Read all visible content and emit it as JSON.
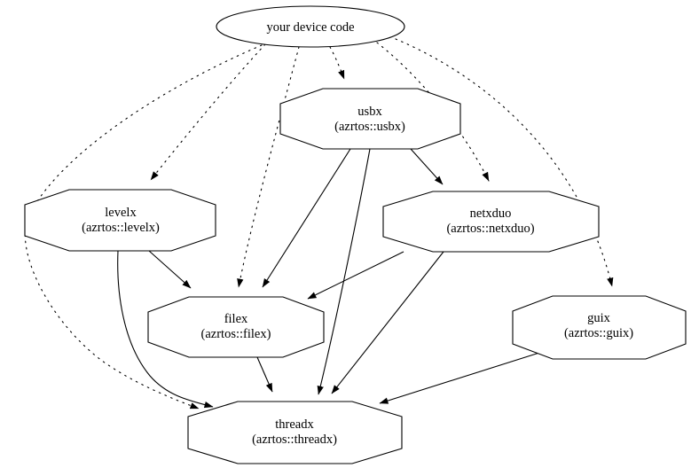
{
  "diagram": {
    "type": "dependency-graph",
    "background_color": "#ffffff",
    "stroke_color": "#000000",
    "nodes": {
      "device_code": {
        "label": "your device code",
        "shape": "ellipse"
      },
      "usbx": {
        "label": "usbx",
        "sublabel": "(azrtos::usbx)",
        "shape": "octagon"
      },
      "levelx": {
        "label": "levelx",
        "sublabel": "(azrtos::levelx)",
        "shape": "octagon"
      },
      "netxduo": {
        "label": "netxduo",
        "sublabel": "(azrtos::netxduo)",
        "shape": "octagon"
      },
      "filex": {
        "label": "filex",
        "sublabel": "(azrtos::filex)",
        "shape": "octagon"
      },
      "guix": {
        "label": "guix",
        "sublabel": "(azrtos::guix)",
        "shape": "octagon"
      },
      "threadx": {
        "label": "threadx",
        "sublabel": "(azrtos::threadx)",
        "shape": "octagon"
      }
    },
    "edges": [
      {
        "from": "your device code",
        "to": "usbx",
        "style": "dotted"
      },
      {
        "from": "your device code",
        "to": "levelx",
        "style": "dotted"
      },
      {
        "from": "your device code",
        "to": "netxduo",
        "style": "dotted"
      },
      {
        "from": "your device code",
        "to": "filex",
        "style": "dotted"
      },
      {
        "from": "your device code",
        "to": "guix",
        "style": "dotted"
      },
      {
        "from": "your device code",
        "to": "threadx",
        "style": "dotted"
      },
      {
        "from": "usbx",
        "to": "netxduo",
        "style": "solid"
      },
      {
        "from": "usbx",
        "to": "filex",
        "style": "solid"
      },
      {
        "from": "usbx",
        "to": "threadx",
        "style": "solid"
      },
      {
        "from": "levelx",
        "to": "filex",
        "style": "solid"
      },
      {
        "from": "levelx",
        "to": "threadx",
        "style": "solid"
      },
      {
        "from": "netxduo",
        "to": "filex",
        "style": "solid"
      },
      {
        "from": "netxduo",
        "to": "threadx",
        "style": "solid"
      },
      {
        "from": "filex",
        "to": "threadx",
        "style": "solid"
      },
      {
        "from": "guix",
        "to": "threadx",
        "style": "solid"
      }
    ]
  }
}
